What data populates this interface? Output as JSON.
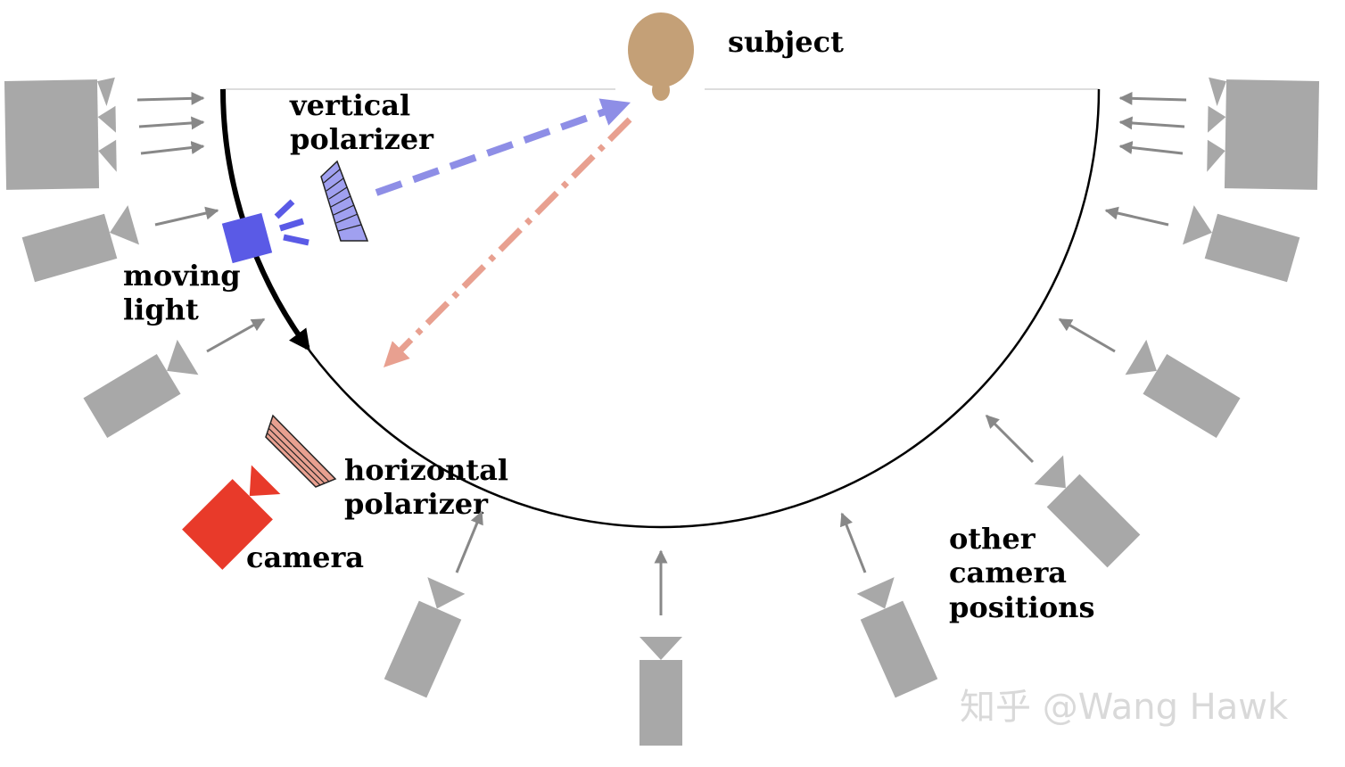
{
  "labels": {
    "subject": "subject",
    "vertical_polarizer": [
      "vertical",
      "polarizer"
    ],
    "moving_light": [
      "moving",
      "light"
    ],
    "horizontal_polarizer": [
      "horizontal",
      "polarizer"
    ],
    "camera": "camera",
    "other_camera_positions": [
      "other",
      "camera",
      "positions"
    ]
  },
  "watermark": "知乎 @Wang Hawk",
  "colors": {
    "subject": "#c4a077",
    "light": "#5a5ae6",
    "incident_ray": "#8e8ee6",
    "reflected_ray": "#e8a090",
    "camera": "#e83a2a",
    "horizontal_polarizer": "#e8a090",
    "vertical_polarizer": "#a0a0f0",
    "other_cameras": "#a8a8a8",
    "arrows": "#888888",
    "arc": "#000000",
    "watermark": "#d9d9d9"
  }
}
